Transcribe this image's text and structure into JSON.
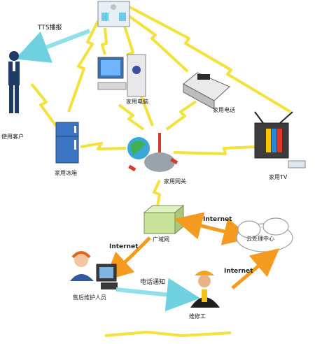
{
  "diagram": {
    "labels": {
      "tts": "TTS播报",
      "customer": "使用客户",
      "pc": "家用电脑",
      "phone": "家用电话",
      "fridge": "家用冰箱",
      "gateway": "家用网关",
      "tv": "家用TV",
      "internet_top": "Internet",
      "wan": "广域网",
      "cloud": "云处理中心",
      "internet_left": "Internet",
      "phone_notice": "电话通知",
      "internet_right": "Internet",
      "maintenance": "售后维护人员",
      "repair": "维修工"
    },
    "colors": {
      "lightning": "#f2e23b",
      "lightning_edge": "#e0c100",
      "arrow_cyan": "#7fdbe8",
      "arrow_orange": "#f49a1e",
      "wan_box": "#c9e29a",
      "cloud_stroke": "#9aa0a6"
    }
  }
}
